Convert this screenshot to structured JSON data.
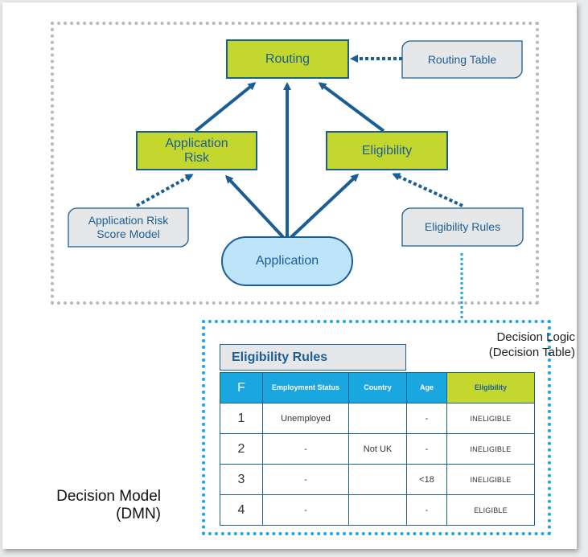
{
  "decisions": {
    "routing": "Routing",
    "application_risk": "Application Risk",
    "eligibility": "Eligibility"
  },
  "input_data": {
    "application": "Application"
  },
  "knowledge_sources": {
    "routing_table": "Routing Table",
    "application_risk_score_model": "Application Risk Score Model",
    "eligibility_rules": "Eligibility Rules"
  },
  "decision_logic": {
    "label_line1": "Decision Logic",
    "label_line2": "(Decision Table)",
    "table_name": "Eligibility Rules",
    "hit_policy": "F",
    "columns": [
      "Employment Status",
      "Country",
      "Age",
      "Eligibility"
    ],
    "rows": [
      {
        "n": "1",
        "status": "Unemployed",
        "country": "",
        "age": "-",
        "eligibility": "INELIGIBLE"
      },
      {
        "n": "2",
        "status": "-",
        "country": "Not UK",
        "age": "-",
        "eligibility": "INELIGIBLE"
      },
      {
        "n": "3",
        "status": "-",
        "country": "",
        "age": "<18",
        "eligibility": "INELIGIBLE"
      },
      {
        "n": "4",
        "status": "-",
        "country": "",
        "age": "-",
        "eligibility": "ELIGIBLE"
      }
    ]
  },
  "model_label": {
    "line1": "Decision Model",
    "line2": "(DMN)"
  },
  "colors": {
    "decision_fill": "#c4d72e",
    "outline": "#1b5e95",
    "input_fill": "#bde4f8",
    "knowledge_fill": "#e6e7e8",
    "accent": "#1aa6df"
  }
}
